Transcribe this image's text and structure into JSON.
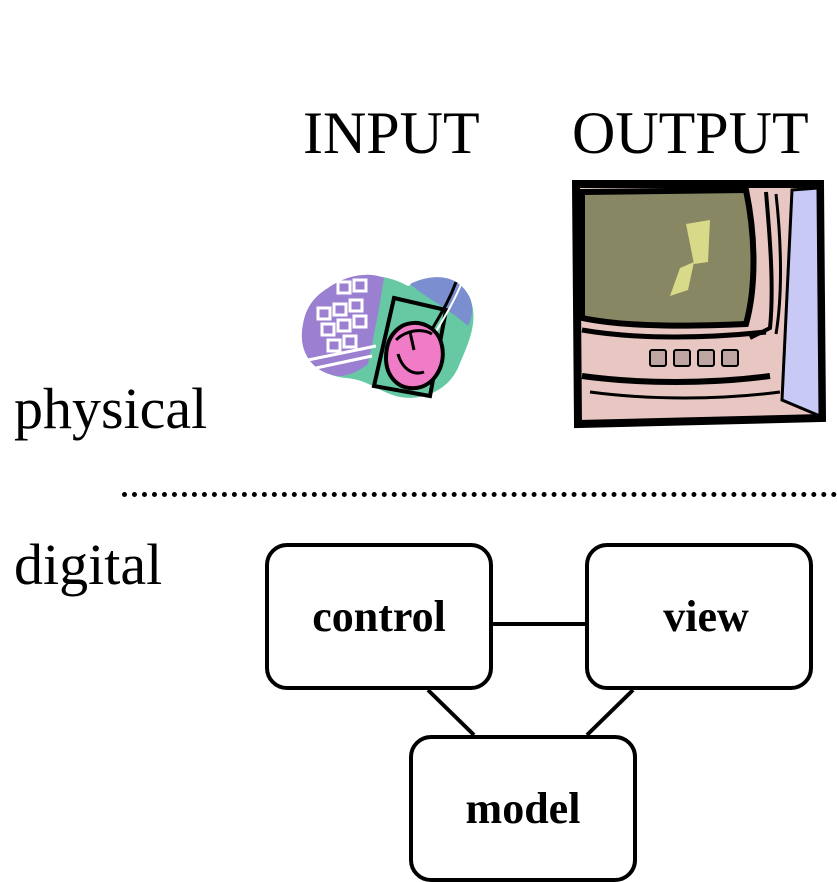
{
  "headings": {
    "input": "INPUT",
    "output": "OUTPUT"
  },
  "rows": {
    "physical": "physical",
    "digital": "digital"
  },
  "nodes": {
    "control": "control",
    "view": "view",
    "model": "model"
  },
  "icons": {
    "input_device": "keyboard-mouse-icon",
    "output_device": "computer-monitor-icon"
  },
  "colors": {
    "keyboard_purple": "#9b7fd0",
    "mouse_pink": "#f07bc6",
    "blob_green": "#66c9a4",
    "blob_blue": "#7b8fd0",
    "screen_olive": "#878764",
    "screen_glint": "#d9d98a",
    "monitor_body": "#e8c7c3",
    "monitor_side": "#c8c9f5"
  }
}
